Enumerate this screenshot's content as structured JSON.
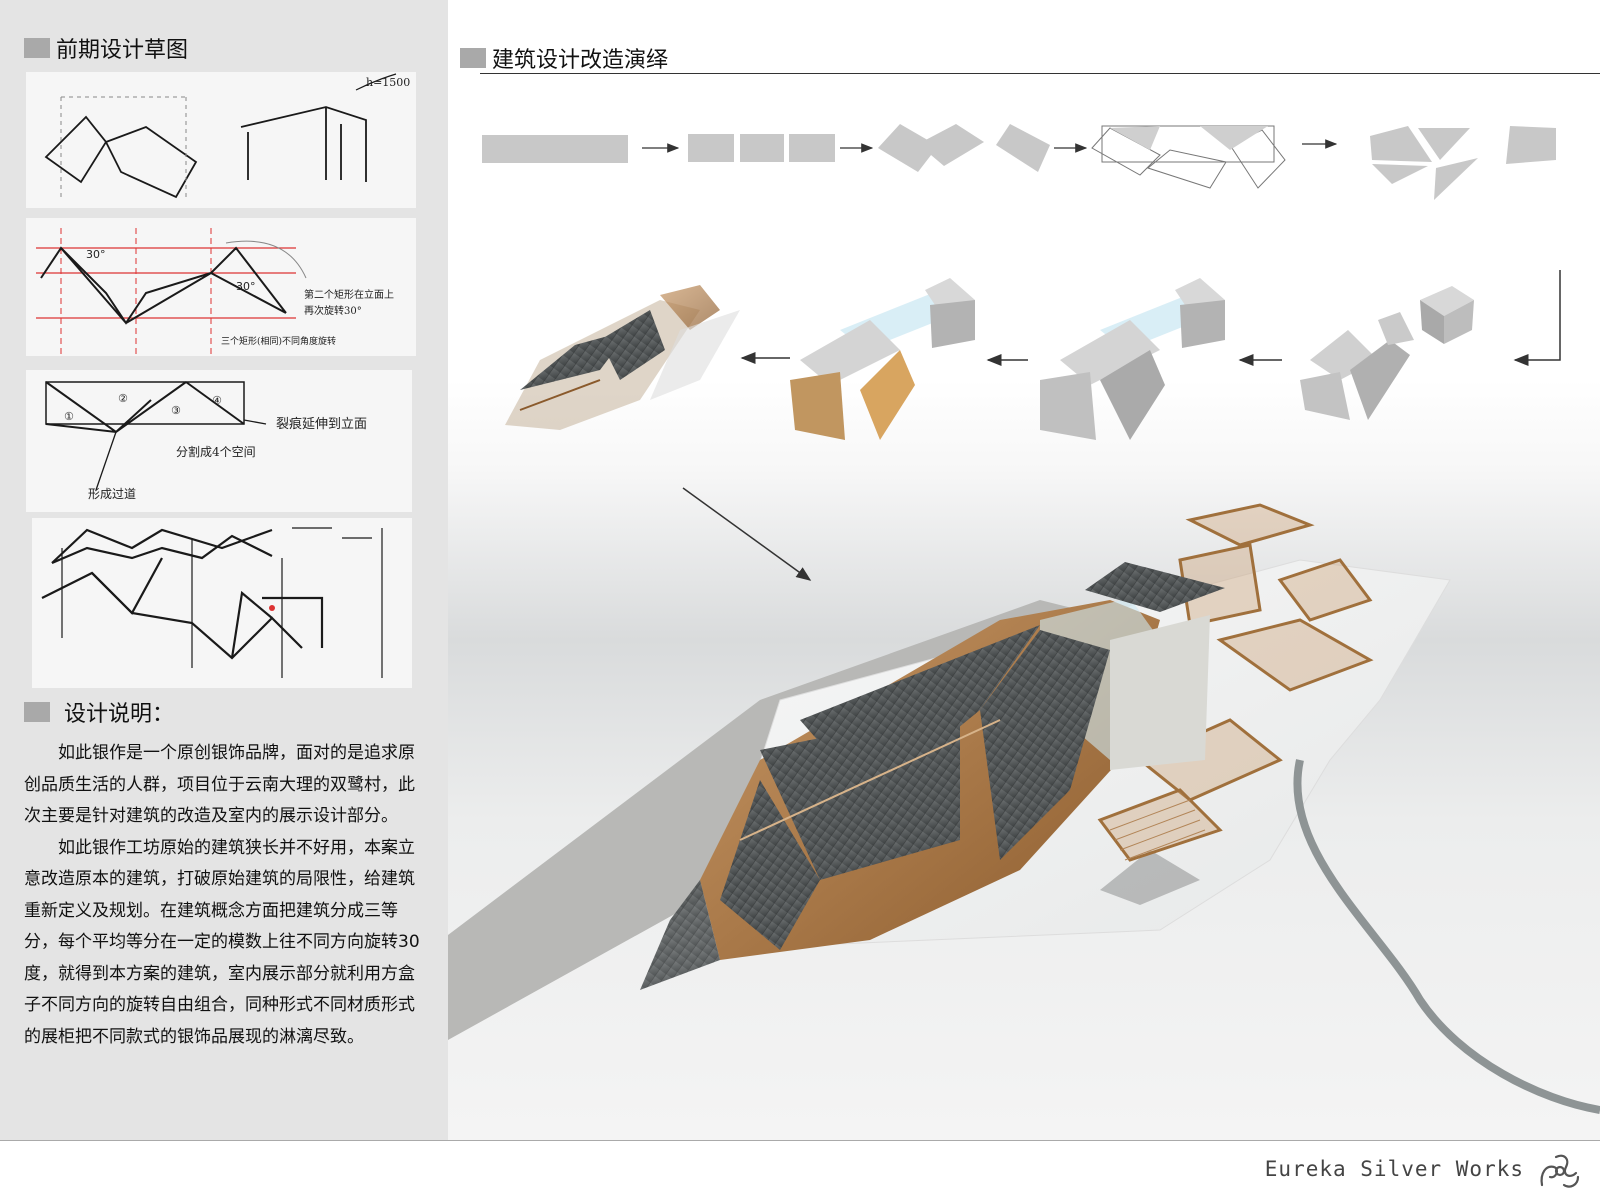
{
  "sections": {
    "sketch_title": "前期设计草图",
    "evolution_title": "建筑设计改造演绎",
    "description_title": "设计说明："
  },
  "sketch_annotations": {
    "scale": "h=1500",
    "angle": "30°",
    "note1": "第二个矩形在立面上再次旋转30°",
    "note2": "三个矩形(相同)不同角度旋转",
    "note3": "裂痕延伸到立面",
    "note4": "分割成4个空间",
    "note5": "形成过道",
    "num1": "①",
    "num2": "②",
    "num3": "③",
    "num4": "④"
  },
  "description": {
    "p1": "如此银作是一个原创银饰品牌，面对的是追求原创品质生活的人群，项目位于云南大理的双鹭村，此次主要是针对建筑的改造及室内的展示设计部分。",
    "p2": "如此银作工坊原始的建筑狭长并不好用，本案立意改造原本的建筑，打破原始建筑的局限性，给建筑重新定义及规划。在建筑概念方面把建筑分成三等分，每个平均等分在一定的模数上往不同方向旋转30度，就得到本方案的建筑，室内展示部分就利用方盒子不同方向的旋转自由组合，同种形式不同材质形式的展柜把不同款式的银饰品展现的淋漓尽致。"
  },
  "footer": {
    "brand": "Eureka Silver Works"
  },
  "colors": {
    "panel": "#e4e4e4",
    "box_gray": "#c8c8c8",
    "wood": "#b07a44",
    "roof": "#55595a",
    "glass": "#cfeaf4"
  },
  "icons": [
    "arrow-right-icon",
    "arrow-left-icon",
    "arrow-down-right-icon",
    "brand-logo-icon"
  ]
}
